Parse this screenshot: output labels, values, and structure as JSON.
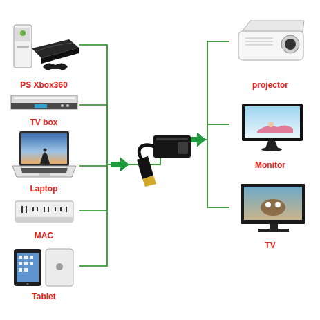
{
  "diagram": {
    "nodes": [
      {
        "text": [
          "PS Xbox360"
        ]
      },
      {
        "text": [
          "TV box"
        ]
      },
      {
        "text": [
          "Laptop"
        ]
      },
      {
        "text": [
          "MAC"
        ]
      },
      {
        "text": [
          "Tablet"
        ]
      },
      {
        "text": [
          "projector"
        ]
      },
      {
        "text": [
          "Monitor"
        ]
      },
      {
        "text": [
          "TV"
        ]
      }
    ],
    "edges": [
      {
        "from": 0,
        "to": 5,
        "arrow": "to"
      },
      {
        "from": 0,
        "to": 6,
        "arrow": "to"
      },
      {
        "from": 0,
        "to": 7,
        "arrow": "to"
      },
      {
        "from": 1,
        "to": 5,
        "arrow": "to"
      },
      {
        "from": 1,
        "to": 6,
        "arrow": "to"
      },
      {
        "from": 1,
        "to": 7,
        "arrow": "to"
      },
      {
        "from": 2,
        "to": 5,
        "arrow": "to"
      },
      {
        "from": 2,
        "to": 6,
        "arrow": "to"
      },
      {
        "from": 2,
        "to": 7,
        "arrow": "to"
      },
      {
        "from": 3,
        "to": 5,
        "arrow": "to"
      },
      {
        "from": 3,
        "to": 6,
        "arrow": "to"
      },
      {
        "from": 3,
        "to": 7,
        "arrow": "to"
      },
      {
        "from": 4,
        "to": 5,
        "arrow": "to"
      },
      {
        "from": 4,
        "to": 6,
        "arrow": "to"
      },
      {
        "from": 4,
        "to": 7,
        "arrow": "to"
      }
    ]
  }
}
